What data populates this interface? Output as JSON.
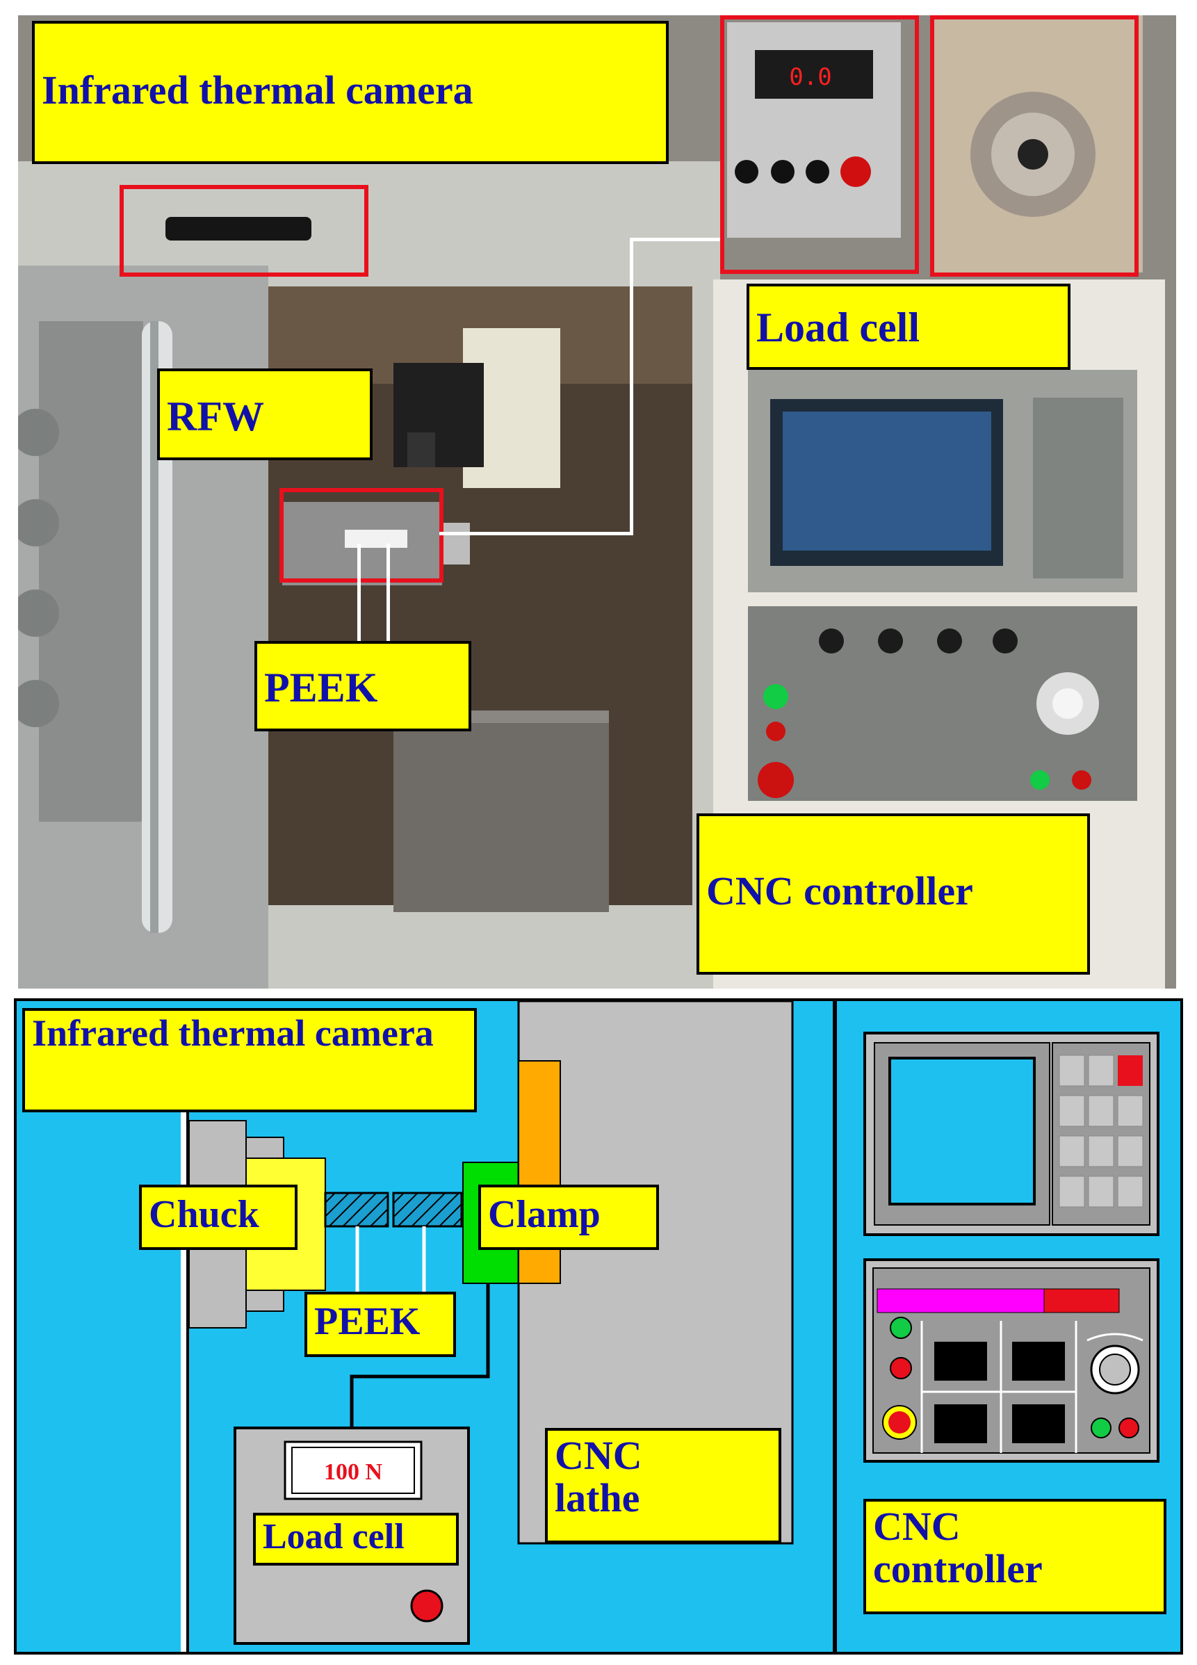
{
  "photo": {
    "labels": {
      "infrared_camera": "Infrared thermal camera",
      "load_cell": "Load cell",
      "rfw": "RFW",
      "peek": "PEEK",
      "cnc_controller": "CNC controller"
    },
    "load_cell_display": "0.0",
    "colors": {
      "label_bg": "#ffff00",
      "label_text": "#1111aa",
      "highlight": "#e8101c"
    }
  },
  "schematic": {
    "labels": {
      "infrared_camera": "Infrared thermal camera",
      "chuck": "Chuck",
      "clamp": "Clamp",
      "peek": "PEEK",
      "load_cell": "Load cell",
      "cnc_lathe": "CNC lathe",
      "cnc_controller": "CNC controller"
    },
    "load_cell_reading": "100 N",
    "colors": {
      "background": "#1ec0f0",
      "clamp_block": "#00dd00",
      "clamp_bar": "#ffaa00",
      "screen": "#1ec0f0"
    }
  }
}
